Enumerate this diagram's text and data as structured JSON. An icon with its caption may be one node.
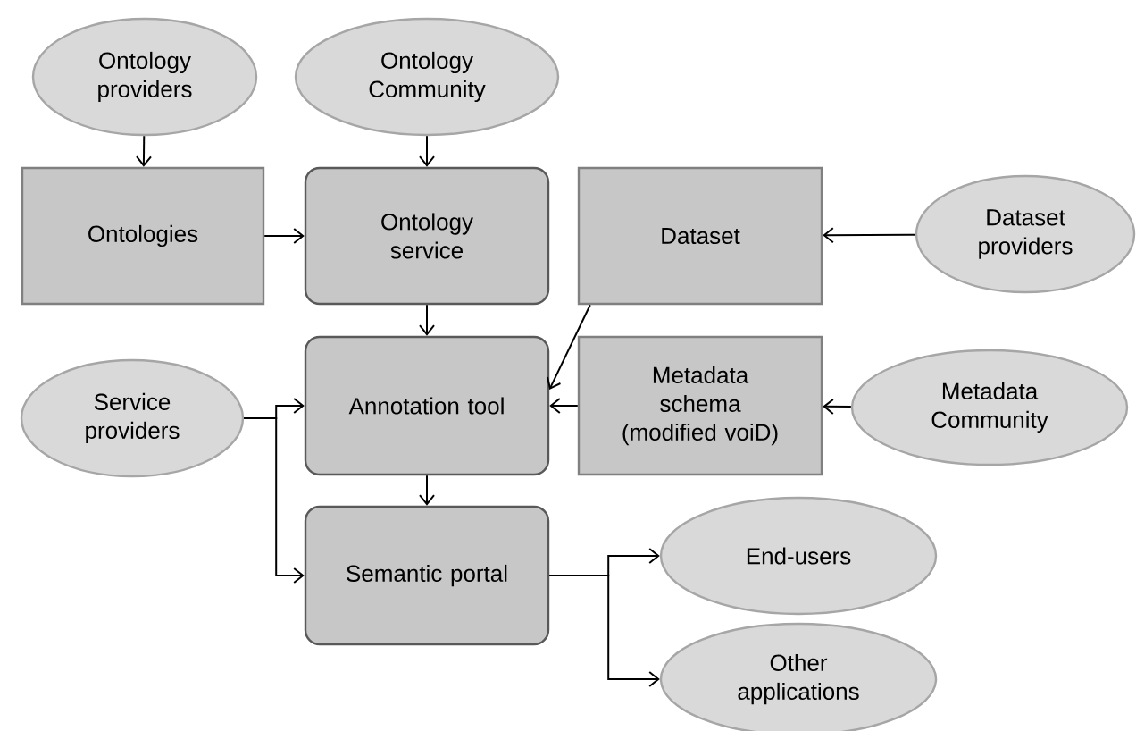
{
  "diagram": {
    "nodes": [
      {
        "text": [
          "Ontology providers"
        ]
      },
      {
        "text": [
          "Ontology Community"
        ]
      },
      {
        "text": [
          "Ontologies"
        ]
      },
      {
        "text": [
          "Ontology service"
        ]
      },
      {
        "text": [
          "Dataset"
        ]
      },
      {
        "text": [
          "Dataset providers"
        ]
      },
      {
        "text": [
          "Service providers"
        ]
      },
      {
        "text": [
          "Annotation tool"
        ]
      },
      {
        "text": [
          "Metadata schema (modified voiD)"
        ]
      },
      {
        "text": [
          "Metadata Community"
        ]
      },
      {
        "text": [
          "Semantic portal"
        ]
      },
      {
        "text": [
          "End-users"
        ]
      },
      {
        "text": [
          "Other applications"
        ]
      }
    ],
    "edges": [
      {
        "from": 0,
        "to": 2,
        "arrow": "to"
      },
      {
        "from": 1,
        "to": 3,
        "arrow": "to"
      },
      {
        "from": 2,
        "to": 3,
        "arrow": "to"
      },
      {
        "from": 5,
        "to": 4,
        "arrow": "to"
      },
      {
        "from": 3,
        "to": 7,
        "arrow": "to"
      },
      {
        "from": 4,
        "to": 7,
        "arrow": "to"
      },
      {
        "from": 8,
        "to": 7,
        "arrow": "to"
      },
      {
        "from": 9,
        "to": 8,
        "arrow": "to"
      },
      {
        "from": 6,
        "to": 7,
        "arrow": "to"
      },
      {
        "from": 6,
        "to": 10,
        "arrow": "to"
      },
      {
        "from": 7,
        "to": 10,
        "arrow": "to"
      },
      {
        "from": 10,
        "to": 11,
        "arrow": "to"
      },
      {
        "from": 10,
        "to": 12,
        "arrow": "to"
      }
    ]
  }
}
